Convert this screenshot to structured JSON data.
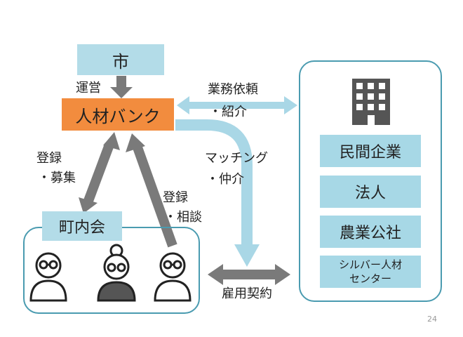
{
  "nodes": {
    "city": "市",
    "jinzai_bank": "人材バンク",
    "chonaikai": "町内会"
  },
  "labels": {
    "unei": "運営",
    "gyomu_line1": "業務依頼",
    "gyomu_line2": "・紹介",
    "touroku_boshu_line1": "登録",
    "touroku_boshu_line2": "・募集",
    "touroku_sodan_line1": "登録",
    "touroku_sodan_line2": "・相談",
    "matching_line1": "マッチング",
    "matching_line2": "・仲介",
    "koyou": "雇用契約"
  },
  "organizations": [
    {
      "label": "民間企業"
    },
    {
      "label": "法人"
    },
    {
      "label": "農業公社"
    },
    {
      "label_line1": "シルバー人材",
      "label_line2": "センター"
    }
  ],
  "page_number": "24",
  "colors": {
    "light_blue": "#b3dce8",
    "orange": "#f28c3e",
    "frame": "#4a9bb0",
    "grey_arrow": "#7a7a7a",
    "arrow_blue": "#a9d7e6"
  }
}
